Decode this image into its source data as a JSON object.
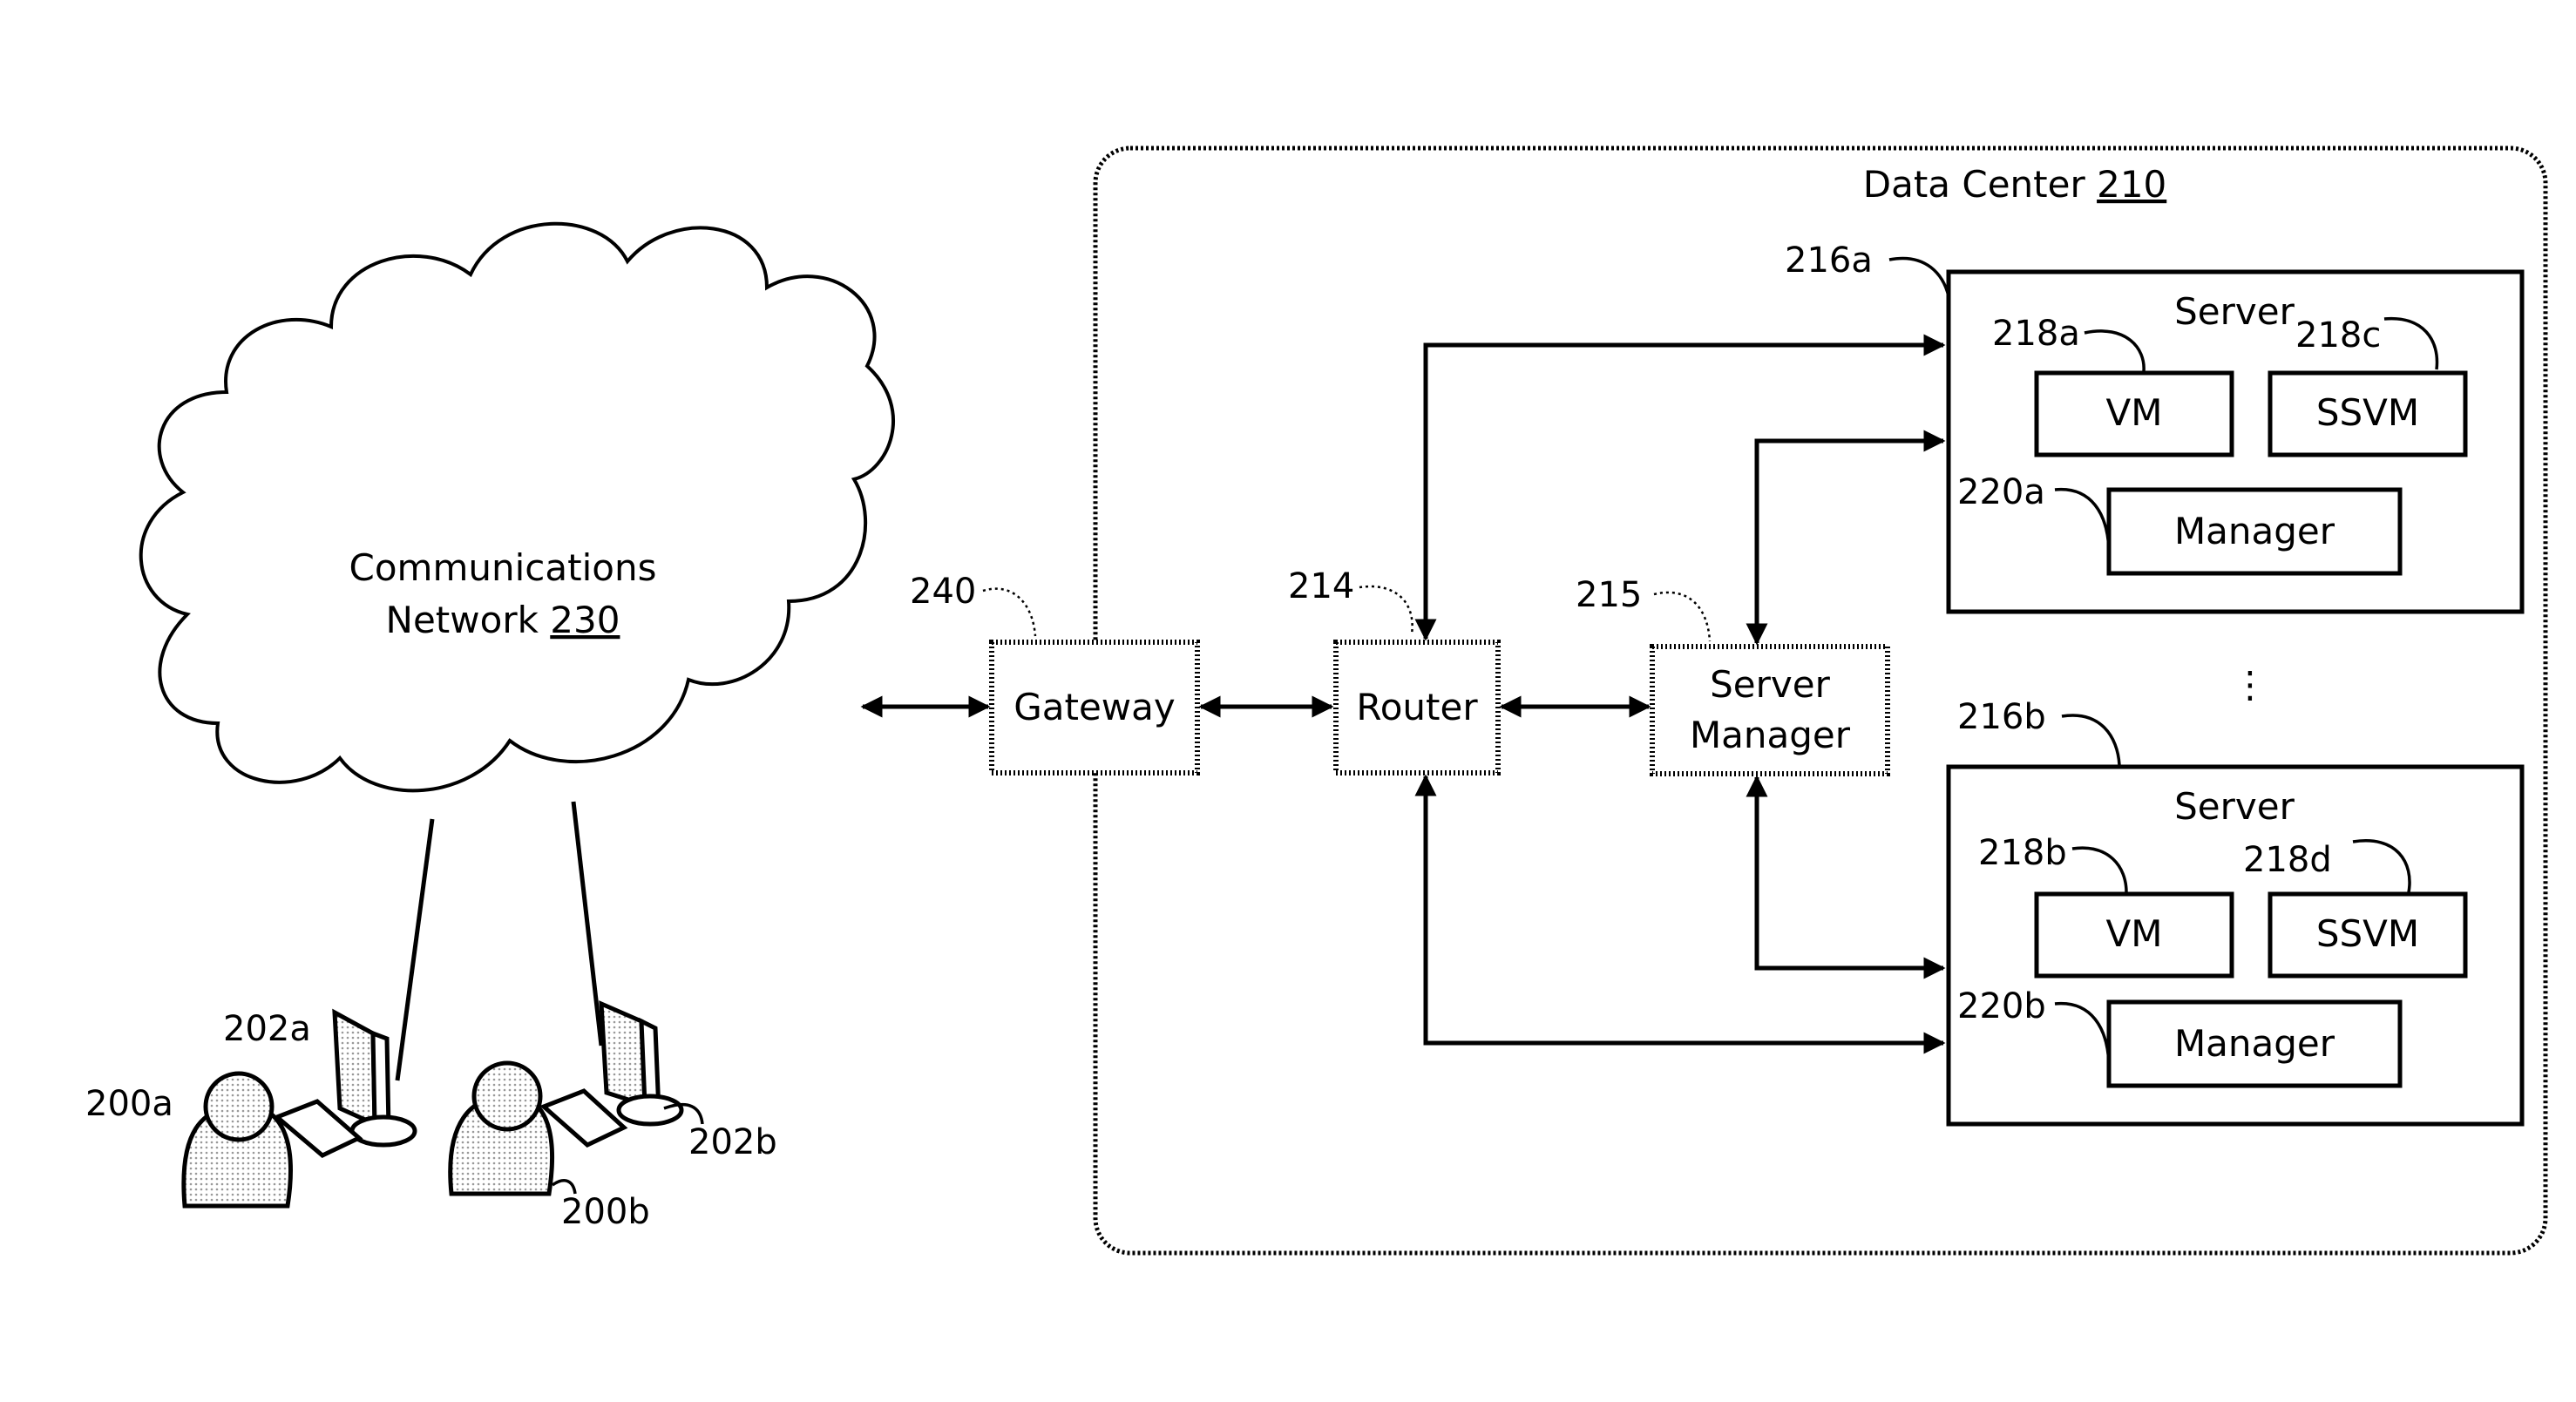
{
  "cloud": {
    "line1": "Communications",
    "line2_text": "Network ",
    "line2_ref": "230"
  },
  "data_center": {
    "title_text": "Data Center ",
    "title_ref": "210"
  },
  "gateway": {
    "label": "Gateway",
    "ref": "240"
  },
  "router": {
    "label": "Router",
    "ref": "214"
  },
  "server_manager": {
    "line1": "Server",
    "line2": "Manager",
    "ref": "215"
  },
  "servers": [
    {
      "ref": "216a",
      "title": "Server",
      "vm": {
        "label": "VM",
        "ref": "218a"
      },
      "ssvm": {
        "label": "SSVM",
        "ref": "218c"
      },
      "manager": {
        "label": "Manager",
        "ref": "220a"
      }
    },
    {
      "ref": "216b",
      "title": "Server",
      "vm": {
        "label": "VM",
        "ref": "218b"
      },
      "ssvm": {
        "label": "SSVM",
        "ref": "218d"
      },
      "manager": {
        "label": "Manager",
        "ref": "220b"
      }
    }
  ],
  "ellipsis": "⋮",
  "users": [
    {
      "user_ref": "200a",
      "computer_ref": "202a"
    },
    {
      "user_ref": "200b",
      "computer_ref": "202b"
    }
  ]
}
